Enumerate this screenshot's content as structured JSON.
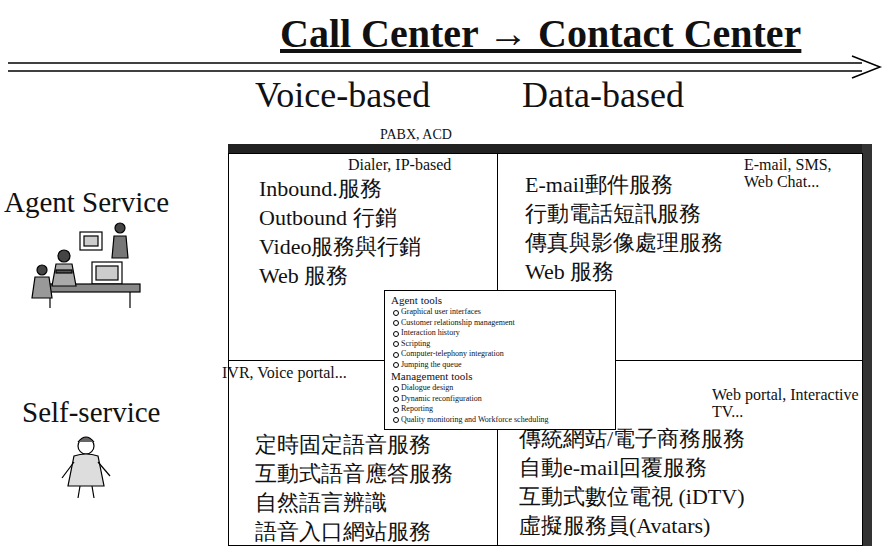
{
  "diagram": {
    "title": "Call Center → Contact Center",
    "nodes": [
      {
        "text": [
          "Inbound.服務",
          "Outbound 行銷",
          "Video服務與行銷",
          "Web 服務"
        ]
      },
      {
        "text": [
          "E-mail郵件服務",
          "行動電話短訊服務",
          "傳真與影像處理服務",
          "Web 服務"
        ]
      },
      {
        "text": [
          "定時固定語音服務",
          "互動式語音應答服務",
          "自然語言辨識",
          "語音入口網站服務"
        ]
      },
      {
        "text": [
          "傳統網站/電子商務服務",
          "自動e-mail回覆服務",
          "互動式數位電視 (iDTV)",
          "虛擬服務員(Avatars)"
        ]
      },
      {
        "text": [
          "Agent tools",
          "Graphical user interfaces",
          "Customer relationship management",
          "Interaction history",
          "Scripting",
          "Computer-telephony integration",
          "Jumping the queue",
          "Management tools",
          "Dialogue design",
          "Dynamic reconfiguration",
          "Reporting",
          "Quality monitoring and Workforce scheduling"
        ]
      }
    ],
    "edges": [],
    "labels": [
      "Voice-based",
      "Data-based",
      "Agent Service",
      "Self-service",
      "PABX, ACD",
      "Dialer, IP-based",
      "E-mail, SMS, Web Chat...",
      "IVR, Voice portal...",
      "Web portal, Interactive TV..."
    ]
  }
}
